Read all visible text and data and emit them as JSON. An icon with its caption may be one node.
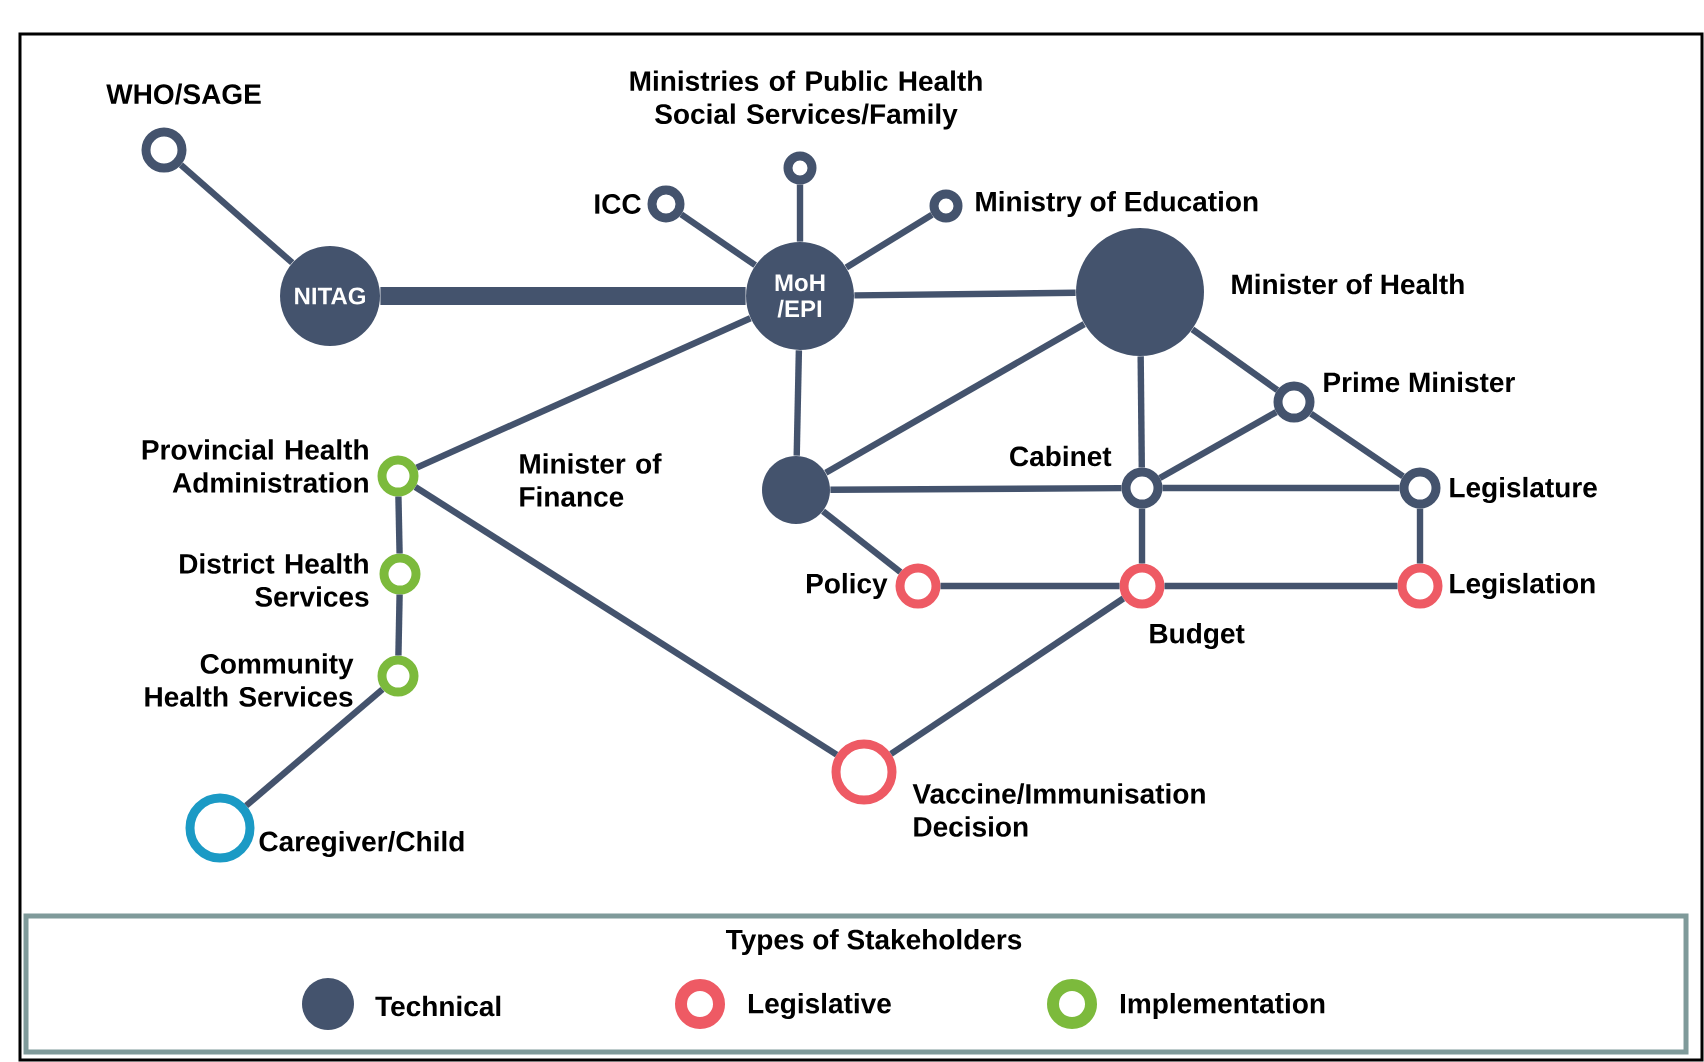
{
  "diagram": {
    "nodes": [
      {
        "text": [],
        "shape": "ring",
        "beside": [
          "WHO/SAGE"
        ]
      },
      {
        "text": [
          "NITAG"
        ]
      },
      {
        "text": [],
        "shape": "ring",
        "beside": [
          "Ministries of Public Health Social Services/Family"
        ]
      },
      {
        "text": [],
        "shape": "ring",
        "beside": [
          "ICC"
        ]
      },
      {
        "text": [],
        "shape": "ring",
        "beside": [
          "Ministry of Education"
        ]
      },
      {
        "text": [
          "MoH /EPI"
        ]
      },
      {
        "text": [],
        "shape": "circle",
        "beside": [
          "Minister of Health"
        ]
      },
      {
        "text": [],
        "shape": "ring",
        "beside": [
          "Prime Minister"
        ]
      },
      {
        "text": [],
        "shape": "ring",
        "beside": [
          "Provincial Health Administration"
        ]
      },
      {
        "text": [],
        "shape": "circle",
        "beside": [
          "Minister of Finance"
        ]
      },
      {
        "text": [],
        "shape": "ring",
        "beside": [
          "Cabinet"
        ]
      },
      {
        "text": [],
        "shape": "ring",
        "beside": [
          "Legislature"
        ]
      },
      {
        "text": [],
        "shape": "ring",
        "beside": [
          "District Health Services"
        ]
      },
      {
        "text": [],
        "shape": "ring",
        "beside": [
          "Policy"
        ]
      },
      {
        "text": [],
        "shape": "ring",
        "beside": [
          "Budget"
        ]
      },
      {
        "text": [],
        "shape": "ring",
        "beside": [
          "Legislation"
        ]
      },
      {
        "text": [],
        "shape": "ring",
        "beside": [
          "Community Health Services"
        ]
      },
      {
        "text": [],
        "shape": "ring",
        "beside": [
          "Vaccine/Immunisation Decision"
        ]
      },
      {
        "text": [],
        "shape": "ring",
        "beside": [
          "Caregiver/Child"
        ]
      }
    ],
    "edges": [
      {
        "from": 0,
        "to": 1,
        "arrow": "none"
      },
      {
        "from": 1,
        "to": 5,
        "arrow": "none",
        "style": "thick"
      },
      {
        "from": 3,
        "to": 5,
        "arrow": "none"
      },
      {
        "from": 2,
        "to": 5,
        "arrow": "none"
      },
      {
        "from": 4,
        "to": 5,
        "arrow": "none"
      },
      {
        "from": 5,
        "to": 6,
        "arrow": "none"
      },
      {
        "from": 5,
        "to": 9,
        "arrow": "none"
      },
      {
        "from": 5,
        "to": 8,
        "arrow": "none"
      },
      {
        "from": 6,
        "to": 9,
        "arrow": "none"
      },
      {
        "from": 6,
        "to": 10,
        "arrow": "none"
      },
      {
        "from": 6,
        "to": 7,
        "arrow": "none"
      },
      {
        "from": 7,
        "to": 10,
        "arrow": "none"
      },
      {
        "from": 7,
        "to": 11,
        "arrow": "none"
      },
      {
        "from": 9,
        "to": 10,
        "arrow": "none"
      },
      {
        "from": 10,
        "to": 11,
        "arrow": "none"
      },
      {
        "from": 9,
        "to": 13,
        "arrow": "none"
      },
      {
        "from": 13,
        "to": 14,
        "arrow": "none"
      },
      {
        "from": 14,
        "to": 15,
        "arrow": "none"
      },
      {
        "from": 10,
        "to": 14,
        "arrow": "none"
      },
      {
        "from": 11,
        "to": 15,
        "arrow": "none"
      },
      {
        "from": 14,
        "to": 17,
        "arrow": "none"
      },
      {
        "from": 8,
        "to": 17,
        "arrow": "none"
      },
      {
        "from": 8,
        "to": 12,
        "arrow": "none"
      },
      {
        "from": 12,
        "to": 16,
        "arrow": "none"
      },
      {
        "from": 16,
        "to": 18,
        "arrow": "none"
      }
    ],
    "labels": [
      "Types of Stakeholders"
    ],
    "legend": [
      {
        "text": "Technical",
        "color": "#44536d"
      },
      {
        "text": "Legislative",
        "color": "#ee5a64"
      },
      {
        "text": "Implementation",
        "color": "#7cba3c"
      }
    ]
  }
}
